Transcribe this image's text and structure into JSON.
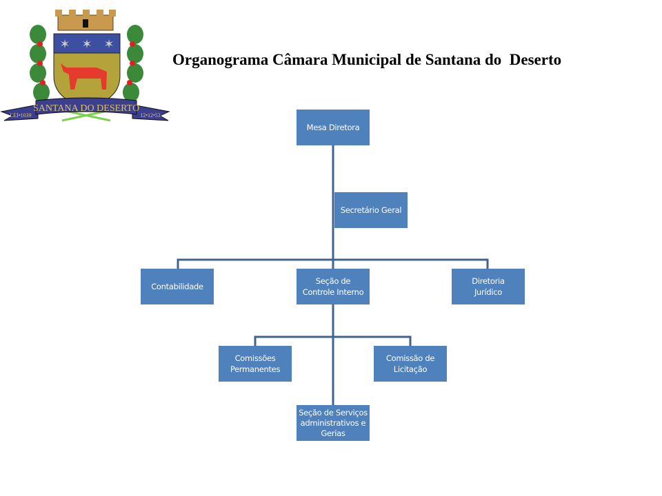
{
  "header": {
    "title": "Organograma Câmara Municipal de Santana do  Deserto"
  },
  "logo": {
    "banner_text": "SANTANA DO DESERTO",
    "left_text": "LEI•1039",
    "right_text": "12•12•53"
  },
  "colors": {
    "box_fill": "#4f81bd",
    "connector": "#3f6494"
  },
  "nodes": {
    "mesa": "Mesa Diretora",
    "secretario": "Secretário Geral",
    "contabilidade": "Contabilidade",
    "controle_l1": "Seção de",
    "controle_l2": "Controle Interno",
    "juridico_l1": "Diretoria",
    "juridico_l2": "Jurídico",
    "comissoes_l1": "Comissões",
    "comissoes_l2": "Permanentes",
    "licitacao_l1": "Comissão de",
    "licitacao_l2": "Licitação",
    "servicos_l1": "Seção de Serviços",
    "servicos_l2": "administrativos e",
    "servicos_l3": "Gerias"
  }
}
